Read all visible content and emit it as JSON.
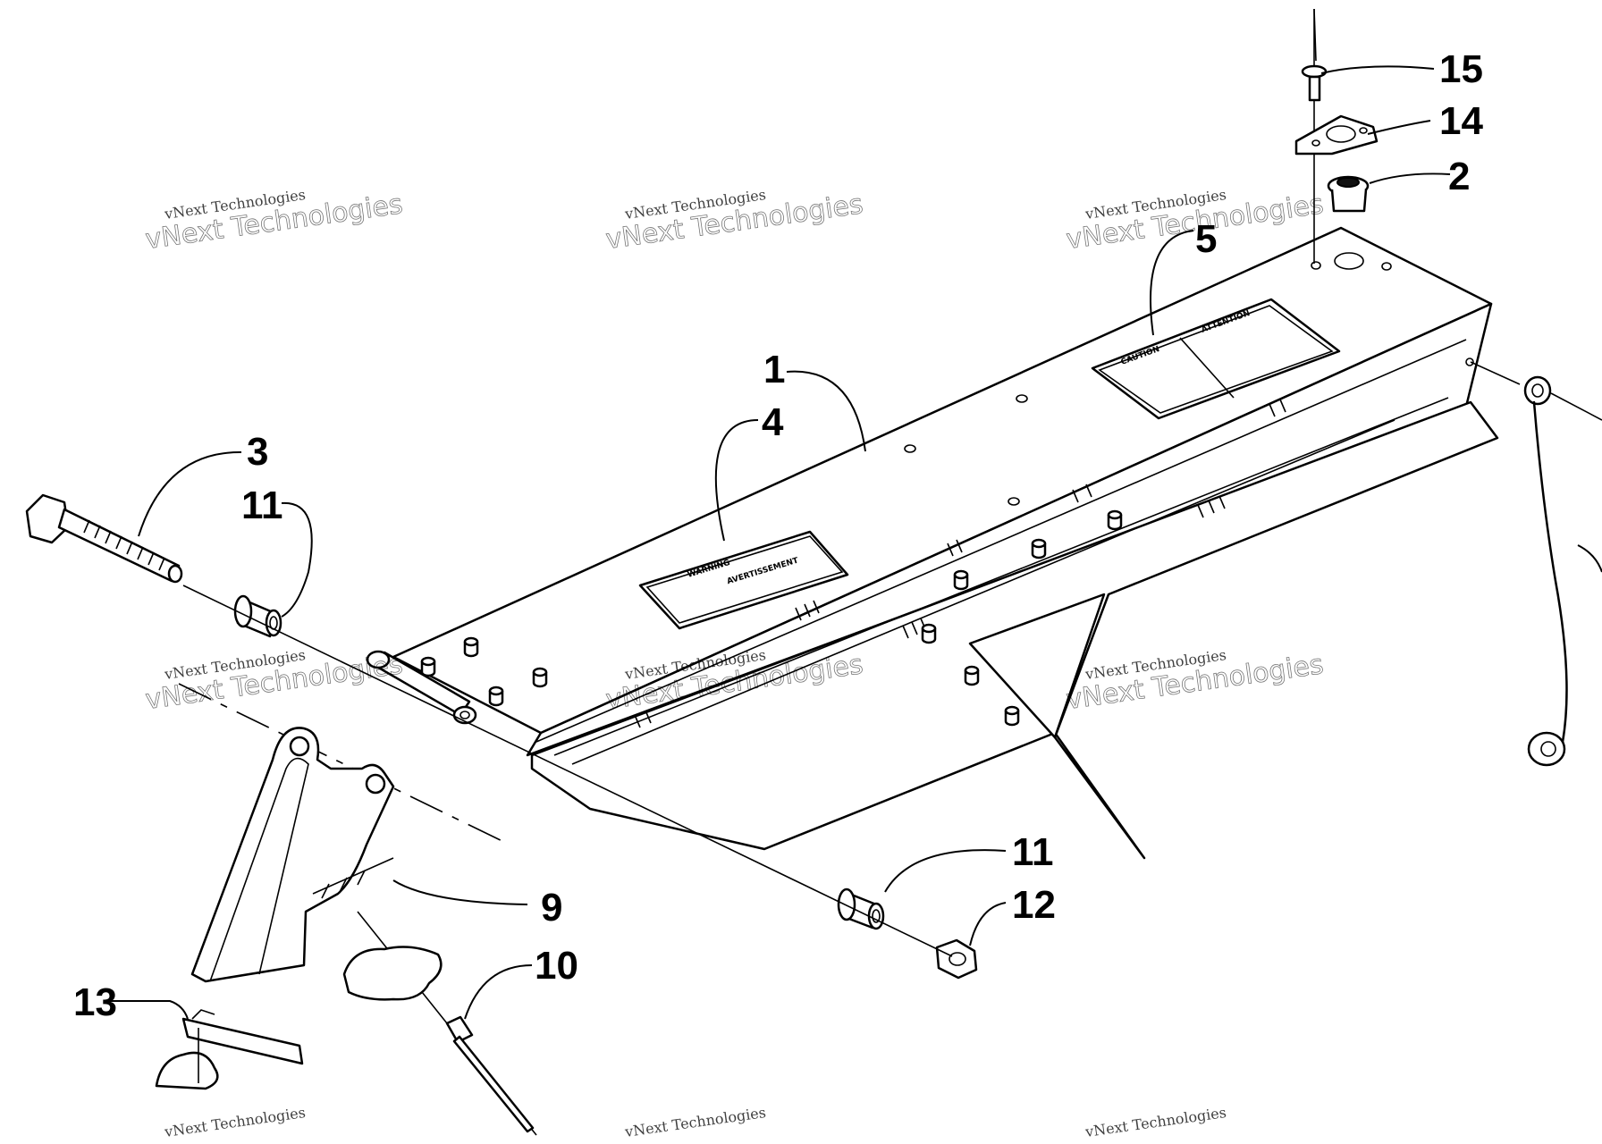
{
  "diagram": {
    "callouts": {
      "c1": "1",
      "c2": "2",
      "c3": "3",
      "c4": "4",
      "c5": "5",
      "c9": "9",
      "c10": "10",
      "c11a": "11",
      "c11b": "11",
      "c12": "12",
      "c13": "13",
      "c14": "14",
      "c15": "15"
    },
    "decals": {
      "warning": "WARNING",
      "avertissement": "AVERTISSEMENT",
      "caution": "CAUTION",
      "attention": "ATTENTION"
    },
    "watermark": {
      "line1": "vNext Technologies",
      "line2": "vNext Technologies"
    }
  }
}
